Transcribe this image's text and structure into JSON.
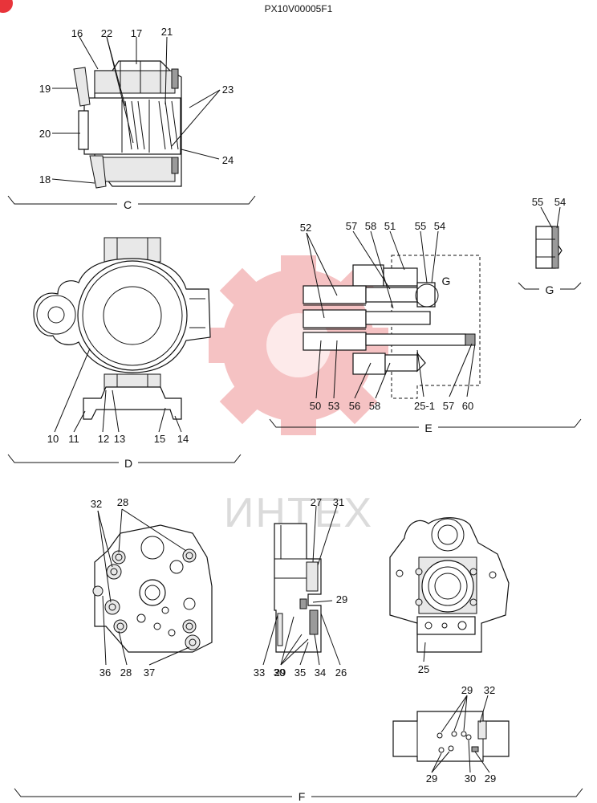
{
  "title": "PX10V00005F1",
  "watermark": {
    "text": "ИНТЕХ",
    "color": "#f2aeb0"
  },
  "sections": {
    "C": "C",
    "D": "D",
    "E": "E",
    "F": "F",
    "G": "G",
    "G_marker": "G"
  },
  "callouts": {
    "c16": "16",
    "c22": "22",
    "c17": "17",
    "c21": "21",
    "c19": "19",
    "c23": "23",
    "c20": "20",
    "c24": "24",
    "c18": "18",
    "d10": "10",
    "d11": "11",
    "d12": "12",
    "d13": "13",
    "d15": "15",
    "d14": "14",
    "e52": "52",
    "e57a": "57",
    "e58a": "58",
    "e51": "51",
    "e55": "55",
    "e54": "54",
    "e50": "50",
    "e53": "53",
    "e56": "56",
    "e58b": "58",
    "e25_1": "25-1",
    "e57b": "57",
    "e60": "60",
    "g55": "55",
    "g54": "54",
    "f32a": "32",
    "f28a": "28",
    "f36": "36",
    "f28b": "28",
    "f37": "37",
    "f27": "27",
    "f31": "31",
    "f29a": "29",
    "f33": "33",
    "f30a": "30",
    "f29b": "29",
    "f35": "35",
    "f34": "34",
    "f26": "26",
    "f25": "25",
    "f29c": "29",
    "f32b": "32",
    "f29d": "29",
    "f30b": "30",
    "f29e": "29"
  },
  "colors": {
    "line": "#111111",
    "accent_badge": "#e8343a"
  }
}
